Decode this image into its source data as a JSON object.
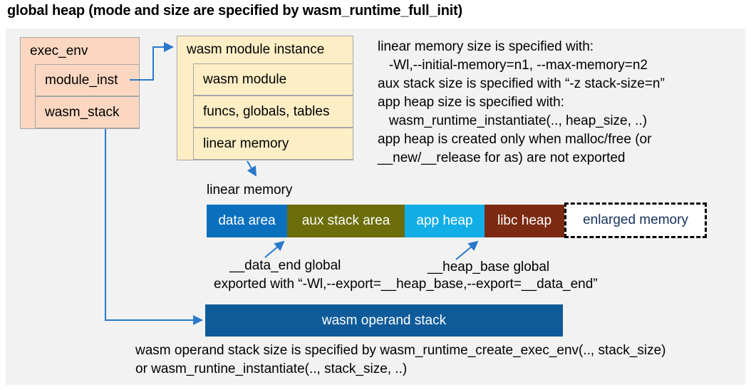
{
  "title": "global heap (mode and size are specified by wasm_runtime_full_init)",
  "exec_env": {
    "title": "exec_env",
    "rows": [
      {
        "label": "module_inst"
      },
      {
        "label": "wasm_stack"
      }
    ]
  },
  "module_instance": {
    "title": "wasm module instance",
    "rows": [
      {
        "label": "wasm module"
      },
      {
        "label": "funcs, globals, tables"
      },
      {
        "label": "linear memory"
      }
    ]
  },
  "notes": {
    "lines": [
      "linear memory size is specified with:",
      "   -Wl,--initial-memory=n1, --max-memory=n2",
      "aux stack size is specified with “-z stack-size=n”",
      "app heap size is specified with:",
      "   wasm_runtime_instantiate(.., heap_size, ..)",
      "app heap is created only when malloc/free (or",
      "__new/__release for as) are not exported"
    ]
  },
  "linear_memory": {
    "label": "linear memory",
    "segments": [
      {
        "label": "data area",
        "color": "#0a70be"
      },
      {
        "label": "aux stack area",
        "color": "#6b6e0a"
      },
      {
        "label": "app heap",
        "color": "#12aee8"
      },
      {
        "label": "libc heap",
        "color": "#7c2a12"
      }
    ],
    "enlarged": {
      "label": "enlarged memory",
      "text_color": "#16325b"
    }
  },
  "annotations": {
    "data_end": "__data_end global",
    "heap_base": "__heap_base global",
    "exported": "exported with “-Wl,--export=__heap_base,--export=__data_end”"
  },
  "operand_stack": {
    "label": "wasm operand stack",
    "color": "#0f5b99",
    "notes": [
      "wasm operand stack size is specified by wasm_runtime_create_exec_env(.., stack_size)",
      "or wasm_runtine_instantiate(.., stack_size, ..)"
    ]
  },
  "colors": {
    "panel-bg": "#f2f2f2",
    "box-border": "#a6a6a6",
    "exec-env-fill": "#fbd7c1",
    "instance-fill": "#fdeec6",
    "connector": "#2878cb",
    "data-area": "#0a70be",
    "aux-stack": "#6b6e0a",
    "app-heap": "#12aee8",
    "libc-heap": "#7c2a12",
    "operand-stack": "#0f5b99",
    "enlarged-text": "#16325b"
  }
}
